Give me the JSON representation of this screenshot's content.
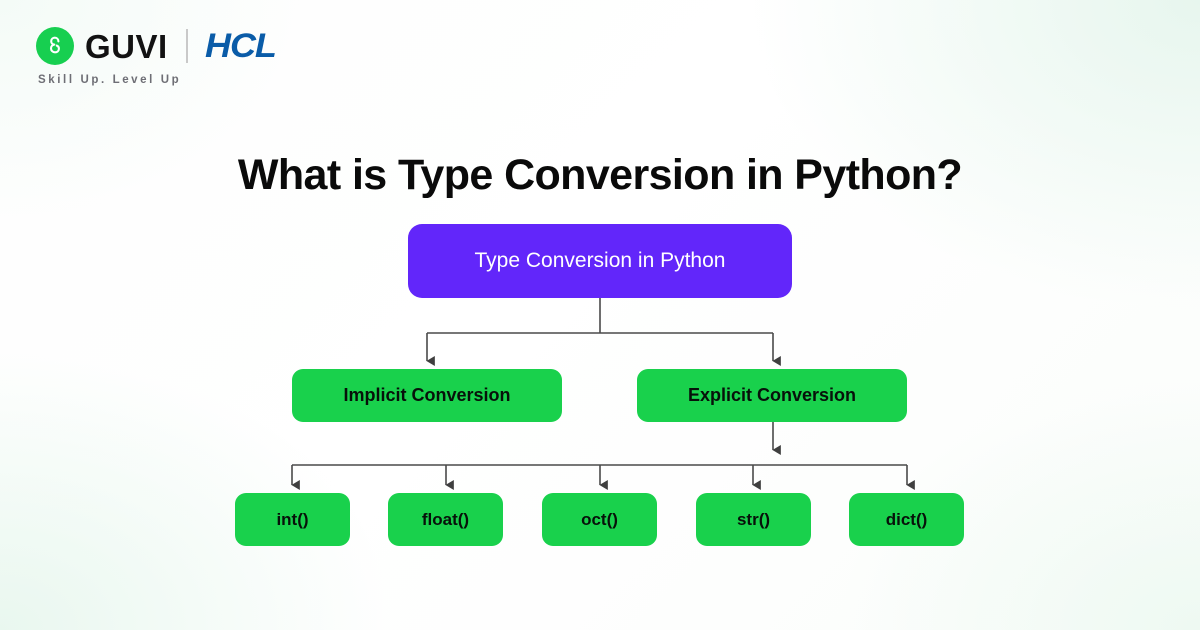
{
  "brand": {
    "logo_icon": "guvi-circle-g-icon",
    "name": "GUVI",
    "divider": "|",
    "partner": "HCL",
    "tagline": "Skill Up. Level Up"
  },
  "page": {
    "title": "What is Type Conversion in Python?"
  },
  "colors": {
    "root_node": "#6226FA",
    "branch_node": "#19D14C",
    "root_text": "#FFFFFF",
    "branch_text": "#07110A",
    "connector": "#4a4a4a",
    "brand_green": "#17CF50",
    "brand_blue": "#0A5CA8",
    "title_text": "#0A0A0A",
    "tagline_text": "#6E6E75",
    "background": "#FFFFFF"
  },
  "flowchart": {
    "root": {
      "label": "Type Conversion in Python"
    },
    "branches": [
      {
        "label": "Implicit Conversion"
      },
      {
        "label": "Explicit Conversion"
      }
    ],
    "functions": [
      {
        "label": "int()"
      },
      {
        "label": "float()"
      },
      {
        "label": "oct()"
      },
      {
        "label": "str()"
      },
      {
        "label": "dict()"
      }
    ]
  }
}
